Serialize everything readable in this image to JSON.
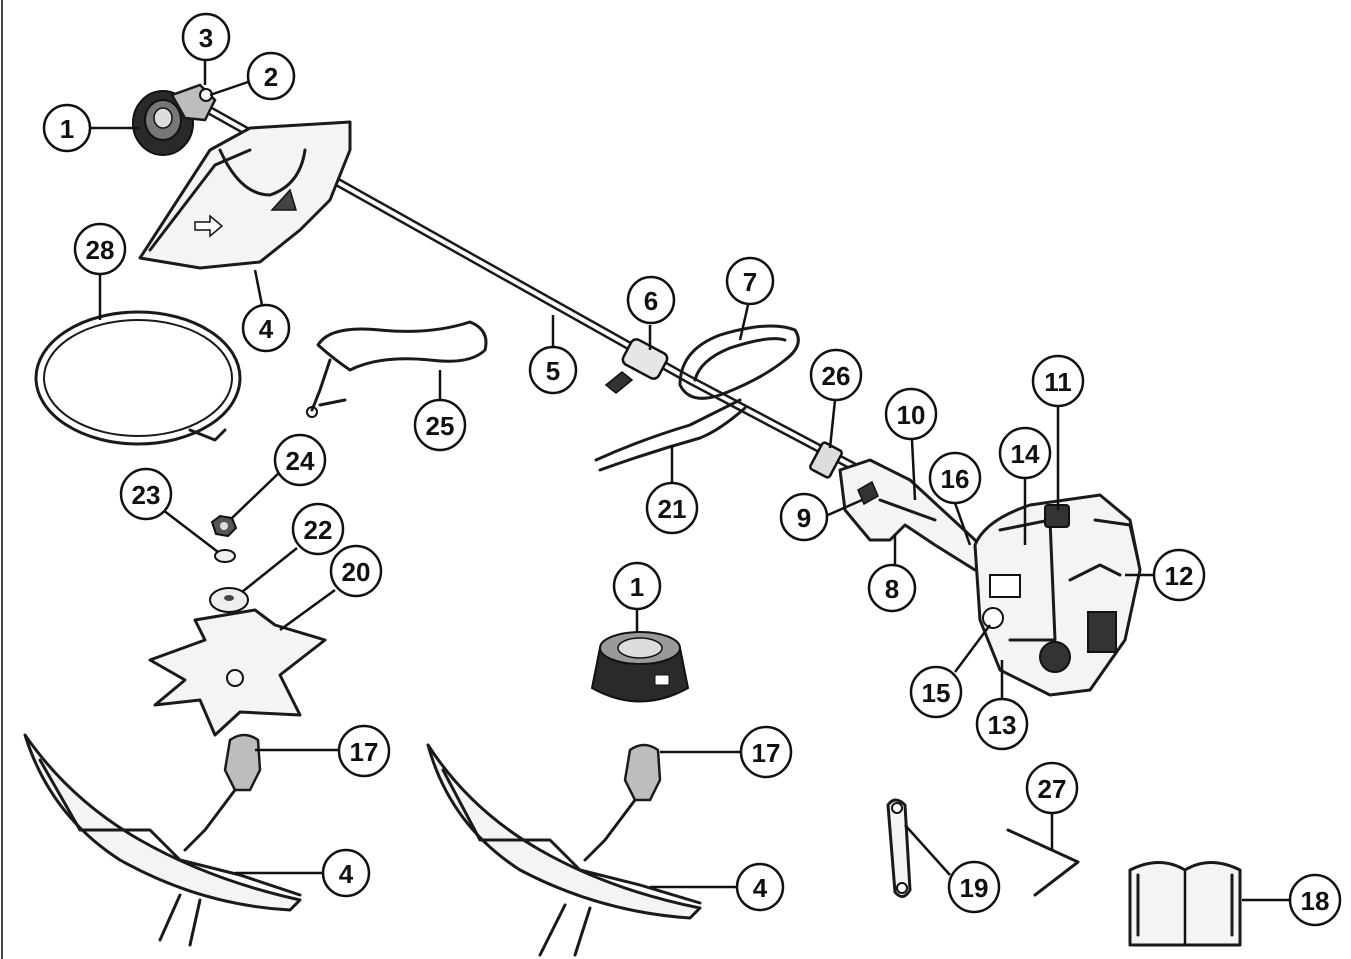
{
  "diagram": {
    "callouts": [
      {
        "id": "c1a",
        "label": "1"
      },
      {
        "id": "c2",
        "label": "2"
      },
      {
        "id": "c3",
        "label": "3"
      },
      {
        "id": "c28",
        "label": "28"
      },
      {
        "id": "c4a",
        "label": "4"
      },
      {
        "id": "c5",
        "label": "5"
      },
      {
        "id": "c6",
        "label": "6"
      },
      {
        "id": "c7",
        "label": "7"
      },
      {
        "id": "c25",
        "label": "25"
      },
      {
        "id": "c26",
        "label": "26"
      },
      {
        "id": "c10",
        "label": "10"
      },
      {
        "id": "c11",
        "label": "11"
      },
      {
        "id": "c14",
        "label": "14"
      },
      {
        "id": "c16",
        "label": "16"
      },
      {
        "id": "c24",
        "label": "24"
      },
      {
        "id": "c23",
        "label": "23"
      },
      {
        "id": "c22",
        "label": "22"
      },
      {
        "id": "c20",
        "label": "20"
      },
      {
        "id": "c21",
        "label": "21"
      },
      {
        "id": "c9",
        "label": "9"
      },
      {
        "id": "c12",
        "label": "12"
      },
      {
        "id": "c8",
        "label": "8"
      },
      {
        "id": "c1b",
        "label": "1"
      },
      {
        "id": "c15",
        "label": "15"
      },
      {
        "id": "c13",
        "label": "13"
      },
      {
        "id": "c17a",
        "label": "17"
      },
      {
        "id": "c17b",
        "label": "17"
      },
      {
        "id": "c4b",
        "label": "4"
      },
      {
        "id": "c4c",
        "label": "4"
      },
      {
        "id": "c27",
        "label": "27"
      },
      {
        "id": "c19",
        "label": "19"
      },
      {
        "id": "c18",
        "label": "18"
      }
    ]
  }
}
